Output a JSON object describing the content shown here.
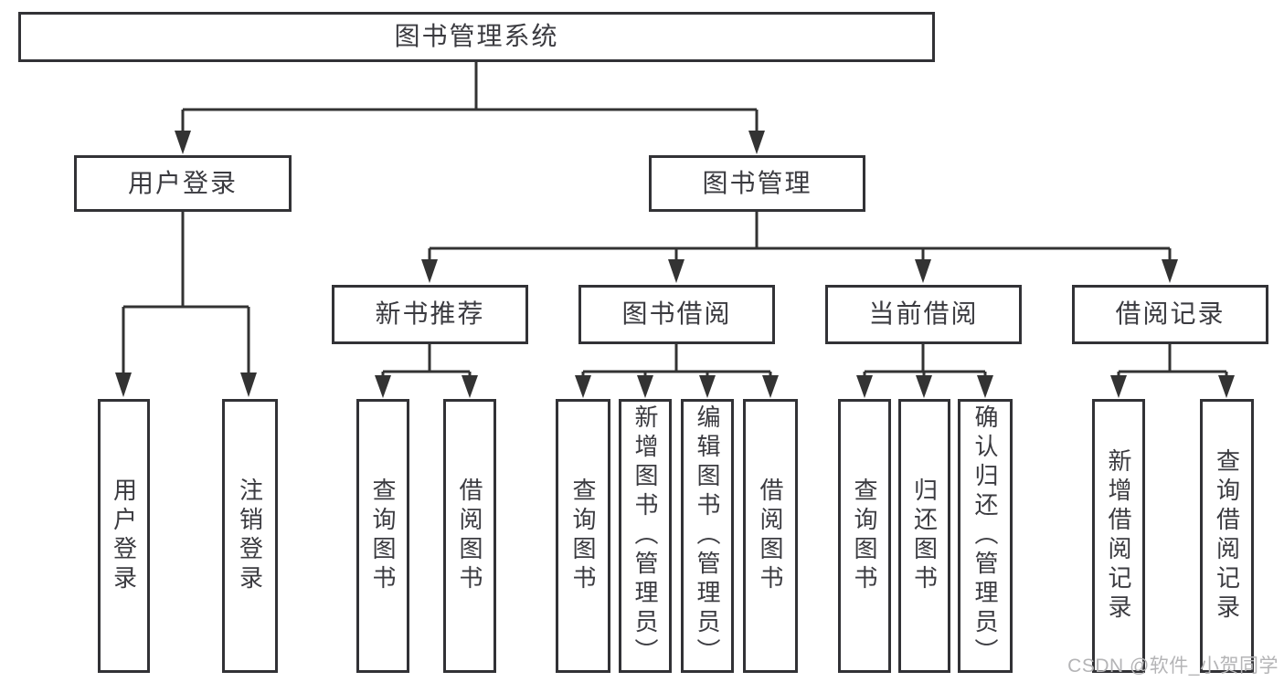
{
  "diagram_title": "图书管理系统",
  "watermark": "CSDN @软件_小贺同学",
  "colors": {
    "line": "#333333",
    "box_border": "#323236",
    "text": "#3b3b40",
    "watermark": "#b4b4b6",
    "background": "#ffffff"
  },
  "tree": {
    "root": "图书管理系统",
    "children": [
      {
        "label": "用户登录",
        "children": [
          {
            "label": "用户登录"
          },
          {
            "label": "注销登录"
          }
        ]
      },
      {
        "label": "图书管理",
        "children": [
          {
            "label": "新书推荐",
            "children": [
              {
                "label": "查询图书"
              },
              {
                "label": "借阅图书"
              }
            ]
          },
          {
            "label": "图书借阅",
            "children": [
              {
                "label": "查询图书"
              },
              {
                "label": "新增图书（管理员）"
              },
              {
                "label": "编辑图书（管理员）"
              },
              {
                "label": "借阅图书"
              }
            ]
          },
          {
            "label": "当前借阅",
            "children": [
              {
                "label": "查询图书"
              },
              {
                "label": "归还图书"
              },
              {
                "label": "确认归还（管理员）"
              }
            ]
          },
          {
            "label": "借阅记录",
            "children": [
              {
                "label": "新增借阅记录"
              },
              {
                "label": "查询借阅记录"
              }
            ]
          }
        ]
      }
    ]
  }
}
